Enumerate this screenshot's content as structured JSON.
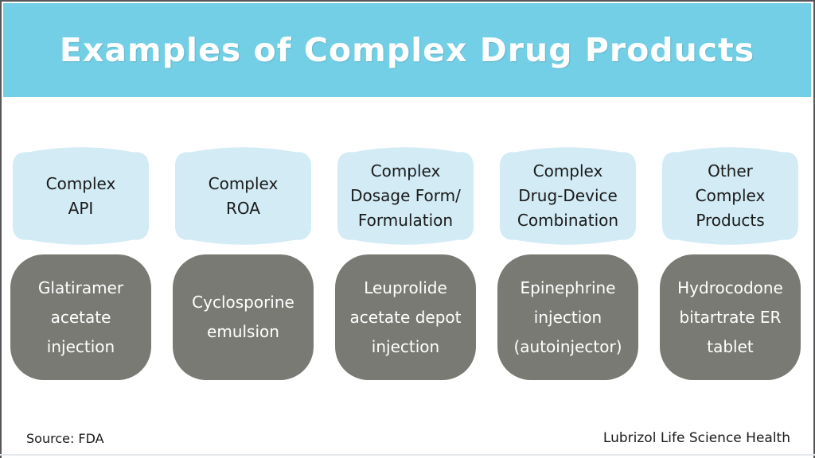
{
  "slide": {
    "title": "Examples of Complex Drug Products",
    "columns": [
      {
        "category": "Complex\nAPI",
        "example": "Glatiramer\nacetate\ninjection"
      },
      {
        "category": "Complex\nROA",
        "example": "Cyclosporine\nemulsion"
      },
      {
        "category": "Complex\nDosage Form/\nFormulation",
        "example": "Leuprolide\nacetate depot\ninjection"
      },
      {
        "category": "Complex\nDrug-Device\nCombination",
        "example": "Epinephrine\ninjection\n(autoinjector)"
      },
      {
        "category": "Other\nComplex\nProducts",
        "example": "Hydrocodone\nbitartrate ER\ntablet"
      }
    ],
    "footer": {
      "source": "Source: FDA",
      "brand": "Lubrizol Life Science Health"
    },
    "colors": {
      "header_bg": "#72cfe5",
      "category_bg": "#d2ebf5",
      "example_bg": "#7a7a74",
      "title_color": "#ffffff",
      "text_dark": "#1a1a1a",
      "example_text": "#ffffff",
      "border_dark": "#57575a",
      "divider_light": "#e5e8ea"
    }
  }
}
